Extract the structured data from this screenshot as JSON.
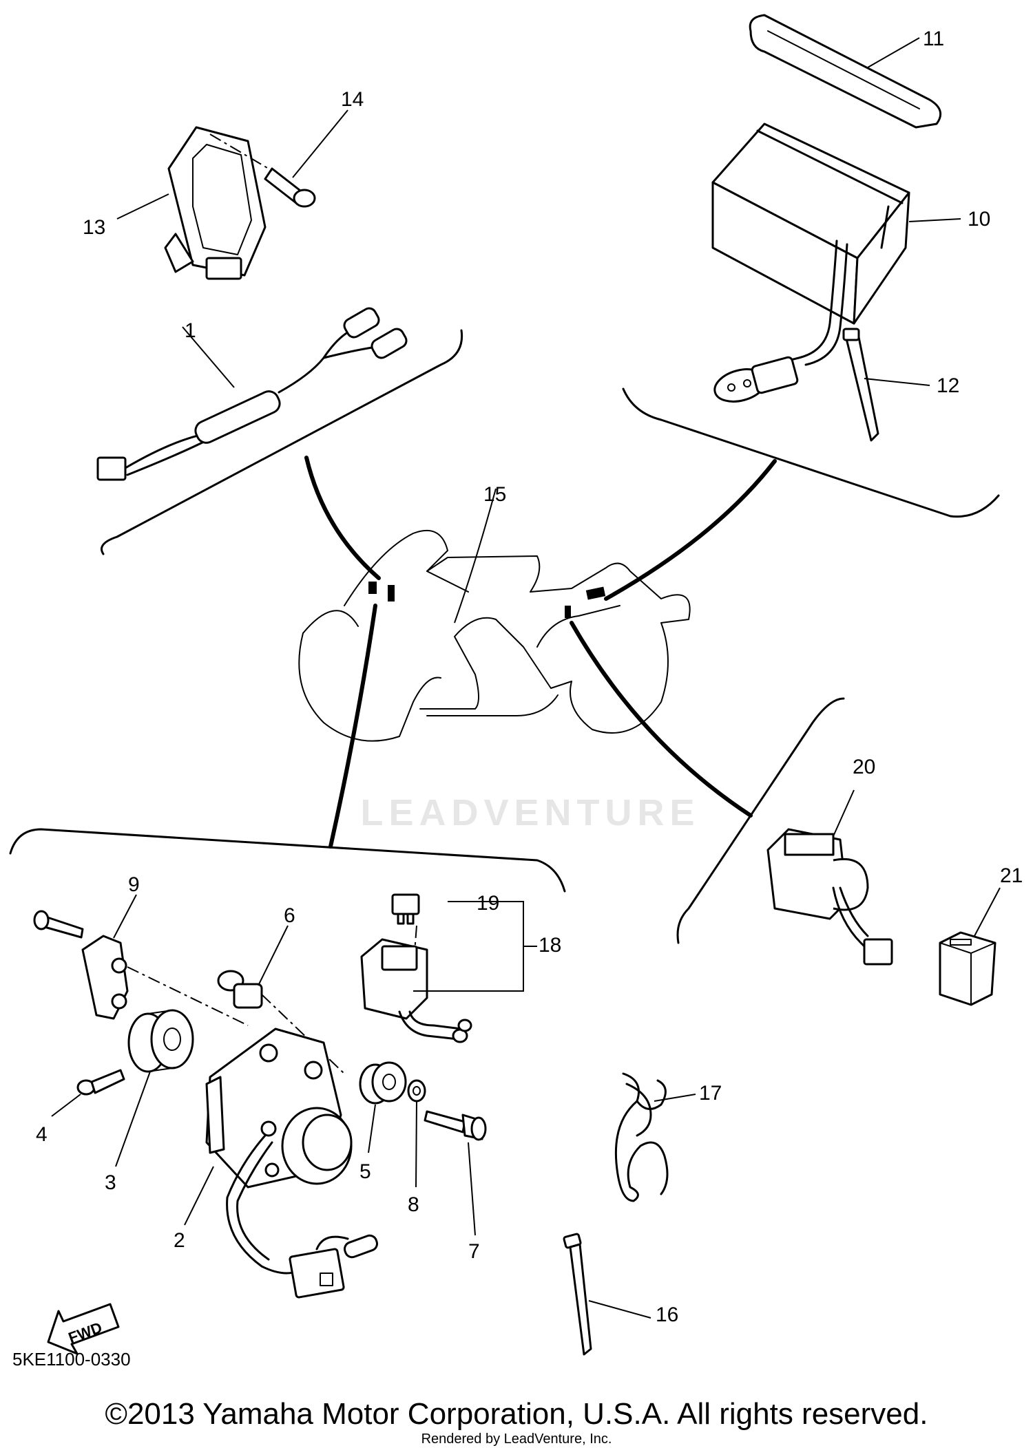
{
  "diagram": {
    "callouts": [
      "1",
      "2",
      "3",
      "4",
      "5",
      "6",
      "7",
      "8",
      "9",
      "10",
      "11",
      "12",
      "13",
      "14",
      "15",
      "16",
      "17",
      "18",
      "19",
      "20",
      "21"
    ],
    "fwd_label": "FWD",
    "watermark": "LEADVENTURE"
  },
  "footer": {
    "drawing_code": "5KE1100-0330",
    "copyright": "©2013 Yamaha Motor Corporation, U.S.A. All rights reserved.",
    "rendered_by": "Rendered by LeadVenture, Inc."
  }
}
